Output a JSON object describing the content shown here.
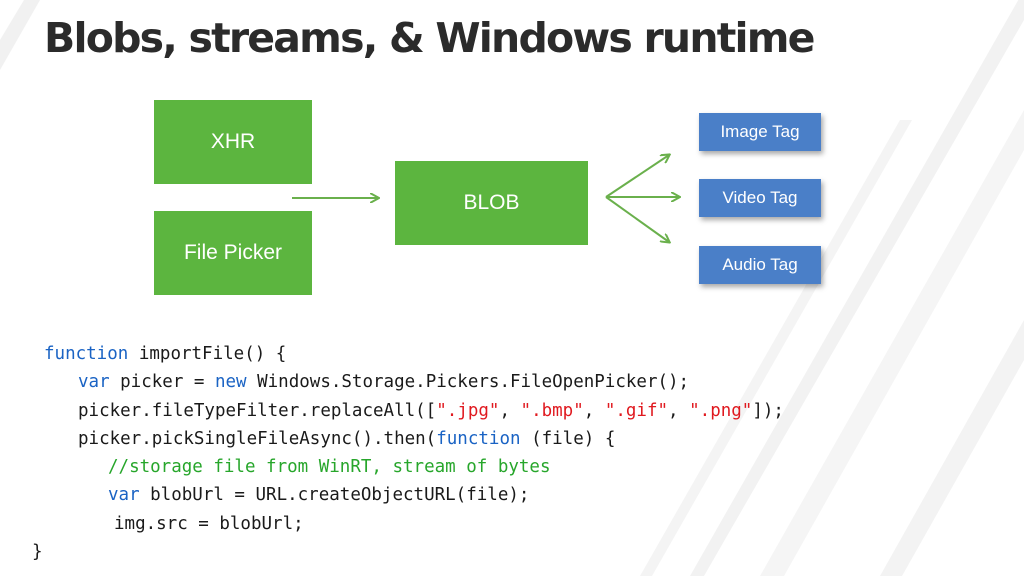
{
  "slide": {
    "title": "Blobs, streams, & Windows runtime"
  },
  "diagram": {
    "sources": [
      {
        "label": "XHR"
      },
      {
        "label": "File Picker"
      }
    ],
    "center": {
      "label": "BLOB"
    },
    "targets": [
      {
        "label": "Image Tag"
      },
      {
        "label": "Video Tag"
      },
      {
        "label": "Audio Tag"
      }
    ],
    "colors": {
      "source_box": "#5cb53f",
      "target_box": "#4a7fc8",
      "arrow": "#6ab04c"
    }
  },
  "code": {
    "lines": [
      {
        "indent": 1,
        "tokens": [
          {
            "t": "function",
            "k": "kw"
          },
          {
            "t": " importFile() {"
          }
        ]
      },
      {
        "indent": 2,
        "tokens": [
          {
            "t": "var",
            "k": "kw"
          },
          {
            "t": " picker = "
          },
          {
            "t": "new",
            "k": "kw"
          },
          {
            "t": " Windows.Storage.Pickers.FileOpenPicker();"
          }
        ]
      },
      {
        "indent": 2,
        "tokens": [
          {
            "t": "picker.fileTypeFilter.replaceAll(["
          },
          {
            "t": "\".jpg\"",
            "k": "str"
          },
          {
            "t": ", "
          },
          {
            "t": "\".bmp\"",
            "k": "str"
          },
          {
            "t": ", "
          },
          {
            "t": "\".gif\"",
            "k": "str"
          },
          {
            "t": ", "
          },
          {
            "t": "\".png\"",
            "k": "str"
          },
          {
            "t": "]);"
          }
        ]
      },
      {
        "indent": 2,
        "tokens": [
          {
            "t": "picker.pickSingleFileAsync().then("
          },
          {
            "t": "function",
            "k": "kw"
          },
          {
            "t": " (file) {"
          }
        ]
      },
      {
        "indent": 3,
        "tokens": [
          {
            "t": "//storage file from WinRT, stream of bytes",
            "k": "cm"
          }
        ]
      },
      {
        "indent": 3,
        "tokens": [
          {
            "t": "var",
            "k": "kw"
          },
          {
            "t": " blobUrl = URL.createObjectURL(file);"
          }
        ]
      },
      {
        "indent": 4,
        "tokens": [
          {
            "t": "img.src = blobUrl;"
          }
        ]
      },
      {
        "indent": 0,
        "tokens": [
          {
            "t": "}"
          }
        ]
      }
    ]
  }
}
